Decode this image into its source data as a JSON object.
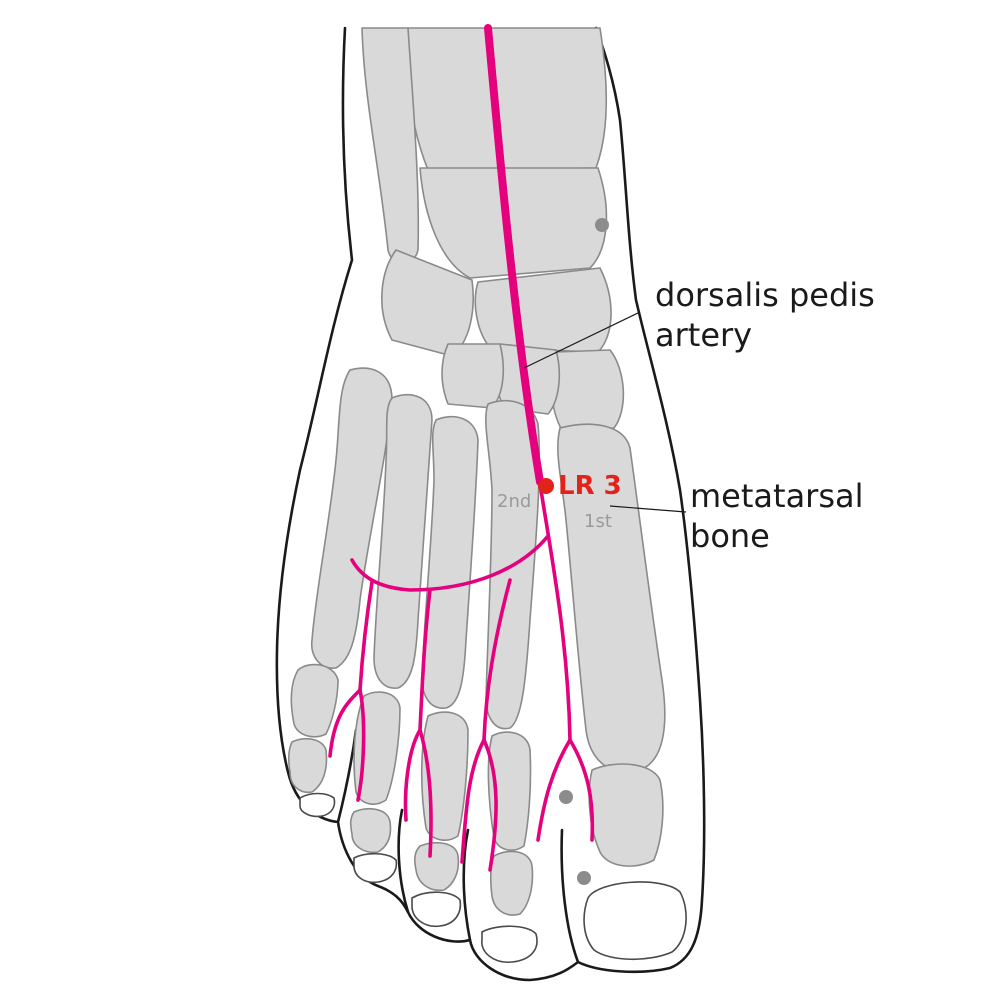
{
  "labels": {
    "artery_line1": "dorsalis pedis",
    "artery_line2": "artery",
    "bone_line1": "metatarsal",
    "bone_line2": "bone",
    "point": "LR 3",
    "second": "2nd",
    "first": "1st"
  },
  "colors": {
    "artery": "#e5007e",
    "point": "#e2231a",
    "bone_fill": "#d9d9d9",
    "bone_stroke": "#8a8a8a",
    "outline": "#1a1a1a",
    "marker": "#8c8c8c"
  }
}
